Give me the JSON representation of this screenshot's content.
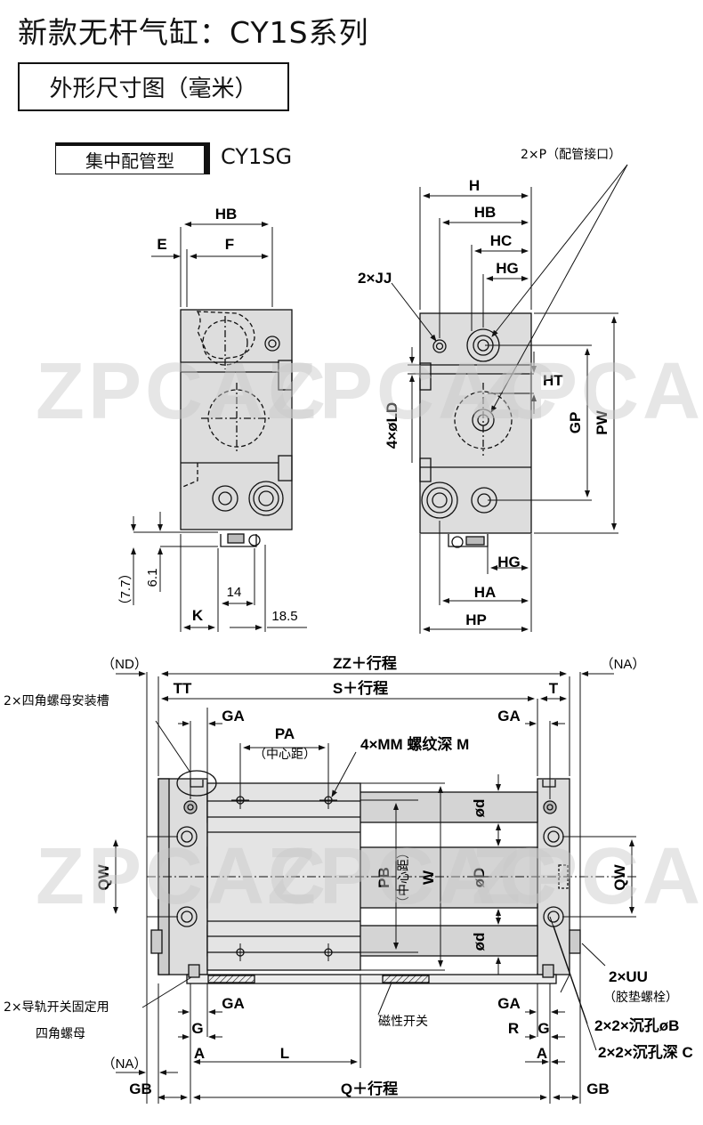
{
  "title": "新款无杆气缸：CY1S系列",
  "section": "外形尺寸图（毫米）",
  "variant": {
    "tag": "集中配管型",
    "model": "CY1SG"
  },
  "watermark": "ZPCAC",
  "top_left_view": {
    "labels": {
      "HB": "HB",
      "E": "E",
      "F": "F",
      "K": "K",
      "d77": "（7.7）",
      "d61": "6.1",
      "d14": "14",
      "d185": "18.5"
    }
  },
  "top_right_view": {
    "labels": {
      "port": "2×P（配管接口）",
      "H": "H",
      "HB": "HB",
      "HC": "HC",
      "HG": "HG",
      "JJ": "2×JJ",
      "HT": "HT",
      "LD": "4×øLD",
      "GP": "GP",
      "PW": "PW",
      "HG2": "HG",
      "HA": "HA",
      "HP": "HP"
    }
  },
  "bottom_view": {
    "labels": {
      "ND": "（ND）",
      "NA": "（NA）",
      "ZZ": "ZZ＋行程",
      "S": "S＋行程",
      "TT": "TT",
      "T": "T",
      "nut_groove": "2×四角螺母安装槽",
      "GA": "GA",
      "PA": "PA",
      "PA_note": "（中心距）",
      "MM": "4×MM 螺纹深 M",
      "d": "ød",
      "D": "øD",
      "QW": "QW",
      "PB": "PB",
      "PB_note": "（中心距）",
      "W": "W",
      "UU": "2×UU",
      "UU_note": "（胶垫螺栓）",
      "rail": "2×导轨开关固定用",
      "rail2": "四角螺母",
      "switch": "磁性开关",
      "G": "G",
      "R": "R",
      "A": "A",
      "L": "L",
      "B": "2×2×沉孔øB",
      "C": "2×2×沉孔深 C",
      "GB": "GB",
      "Q": "Q＋行程"
    }
  }
}
